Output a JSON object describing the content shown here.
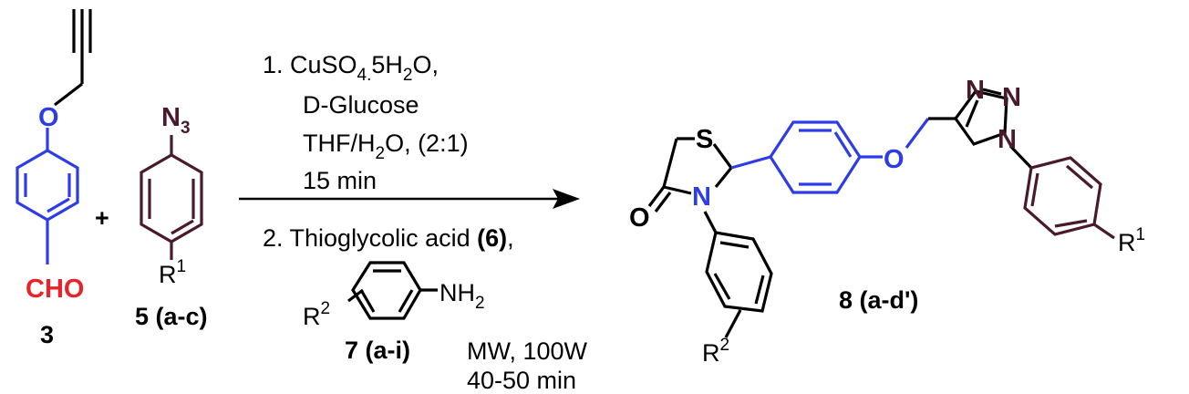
{
  "colors": {
    "black": "#000000",
    "blue": "#2d3de6",
    "red": "#e8232a",
    "maroon": "#4a1a2c"
  },
  "compounds": {
    "aldehyde": {
      "number": "3",
      "oxygen": "O",
      "cho": "CHO"
    },
    "azide": {
      "number": "5 (a-c)",
      "azide_n": "N",
      "azide_sub": "3",
      "r_label": "R",
      "r_sup": "1"
    },
    "aniline": {
      "number": "7 (a-i)",
      "nh2": "NH",
      "nh2_sub": "2",
      "r_label": "R",
      "r_sup": "2"
    },
    "product": {
      "number": "8 (a-d')",
      "sulfur": "S",
      "nitrogen": "N",
      "carbonyl_o": "O",
      "ether_o": "O",
      "triazole_n1": "N",
      "triazole_n2": "N",
      "triazole_n3": "N",
      "r1_label": "R",
      "r1_sup": "1",
      "r2_label": "R",
      "r2_sup": "2"
    }
  },
  "plus": "+",
  "conditions": {
    "step1_prefix": "1. CuSO",
    "step1_sub1": "4.",
    "step1_mid": "5H",
    "step1_sub2": "2",
    "step1_suffix": "O,",
    "glucose": "D-Glucose",
    "solvent_prefix": "THF/H",
    "solvent_sub": "2",
    "solvent_suffix": "O, (2:1)",
    "time1": "15 min",
    "step2_prefix": "2. Thioglycolic acid ",
    "step2_bold": "(6)",
    "step2_suffix": ",",
    "mw": "MW, 100W",
    "time2": "40-50 min"
  }
}
